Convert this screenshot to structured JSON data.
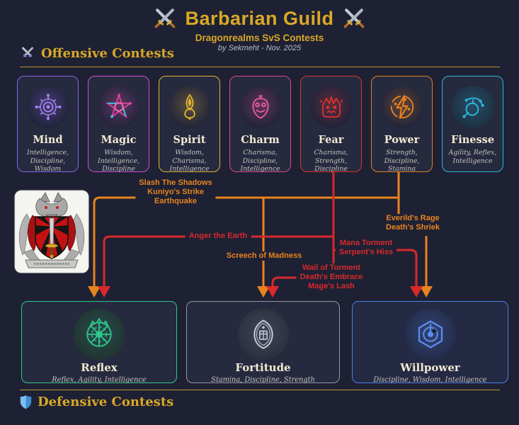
{
  "header": {
    "title": "Barbarian Guild",
    "subtitle": "Dragonrealms SvS Contests",
    "byline": "by Sekmeht -  Nov. 2025"
  },
  "sections": {
    "offensive": {
      "label": "Offensive Contests",
      "icon": "crossed-swords-icon"
    },
    "defensive": {
      "label": "Defensive Contests",
      "icon": "shield-icon"
    }
  },
  "offensive_cards": [
    {
      "name": "Mind",
      "stats": "Intelligence, Discipline, Wisdom",
      "color": "#8a63e8",
      "icon": "mind-network-icon"
    },
    {
      "name": "Magic",
      "stats": "Wisdom, Intelligence, Discipline",
      "color": "#cf4fd2",
      "icon": "pentagram-icon"
    },
    {
      "name": "Spirit",
      "stats": "Wisdom, Charisma, Intelligence",
      "color": "#e6b42e",
      "icon": "spirit-flame-icon"
    },
    {
      "name": "Charm",
      "stats": "Charisma, Discipline, Intelligence",
      "color": "#e0478f",
      "icon": "charm-face-icon"
    },
    {
      "name": "Fear",
      "stats": "Charisma, Strength, Discipline",
      "color": "#e03131",
      "icon": "fear-face-icon"
    },
    {
      "name": "Power",
      "stats": "Strength, Discipline, Stamina",
      "color": "#e0811e",
      "icon": "lightning-bolt-icon"
    },
    {
      "name": "Finesse",
      "stats": "Agility, Reflex, Intelligence",
      "color": "#29b7d8",
      "icon": "acrobat-icon"
    }
  ],
  "defensive_cards": [
    {
      "name": "Reflex",
      "stats": "Reflex, Agility, Intelligence",
      "color": "#2ec98a",
      "icon": "web-icon"
    },
    {
      "name": "Fortitude",
      "stats": "Stamina, Discipline, Strength",
      "color": "#9097a8",
      "icon": "tower-shield-icon"
    },
    {
      "name": "Willpower",
      "stats": "Discipline, Wisdom, Intelligence",
      "color": "#4a7fe8",
      "icon": "hex-compass-icon"
    }
  ],
  "connections": [
    {
      "from": "Power",
      "to": "Reflex",
      "color": "#e8831f",
      "abilities": [
        "Slash The Shadows",
        "Kuniyo's Strike",
        "Earthquake"
      ]
    },
    {
      "from": "Fear",
      "to": "Reflex",
      "color": "#d8292b",
      "abilities": [
        "Anger the Earth"
      ]
    },
    {
      "from": "Power",
      "to": "Fortitude",
      "color": "#e8831f",
      "abilities": [
        "Screech of Madness"
      ]
    },
    {
      "from": "Power",
      "to": "Willpower",
      "color": "#e8831f",
      "abilities": [
        "Everild's Rage",
        "Death's Shriek"
      ]
    },
    {
      "from": "Fear",
      "to": "Willpower",
      "color": "#d8292b",
      "abilities": [
        "Mana Torment",
        "Serpent's Hiss"
      ]
    },
    {
      "from": "Fear",
      "to": "Fortitude",
      "color": "#d8292b",
      "abilities": [
        "Wail of Torment",
        "Death's Embrace",
        "Mage's Lash"
      ]
    }
  ],
  "crest": {
    "name": "barbarian-guild-crest"
  },
  "colors": {
    "background": "#1e2133",
    "gold": "#d9a826",
    "orange_line": "#e8831f",
    "red_line": "#d8292b",
    "card_title": "#f3e9d2",
    "card_stats": "#c6c1ba"
  }
}
